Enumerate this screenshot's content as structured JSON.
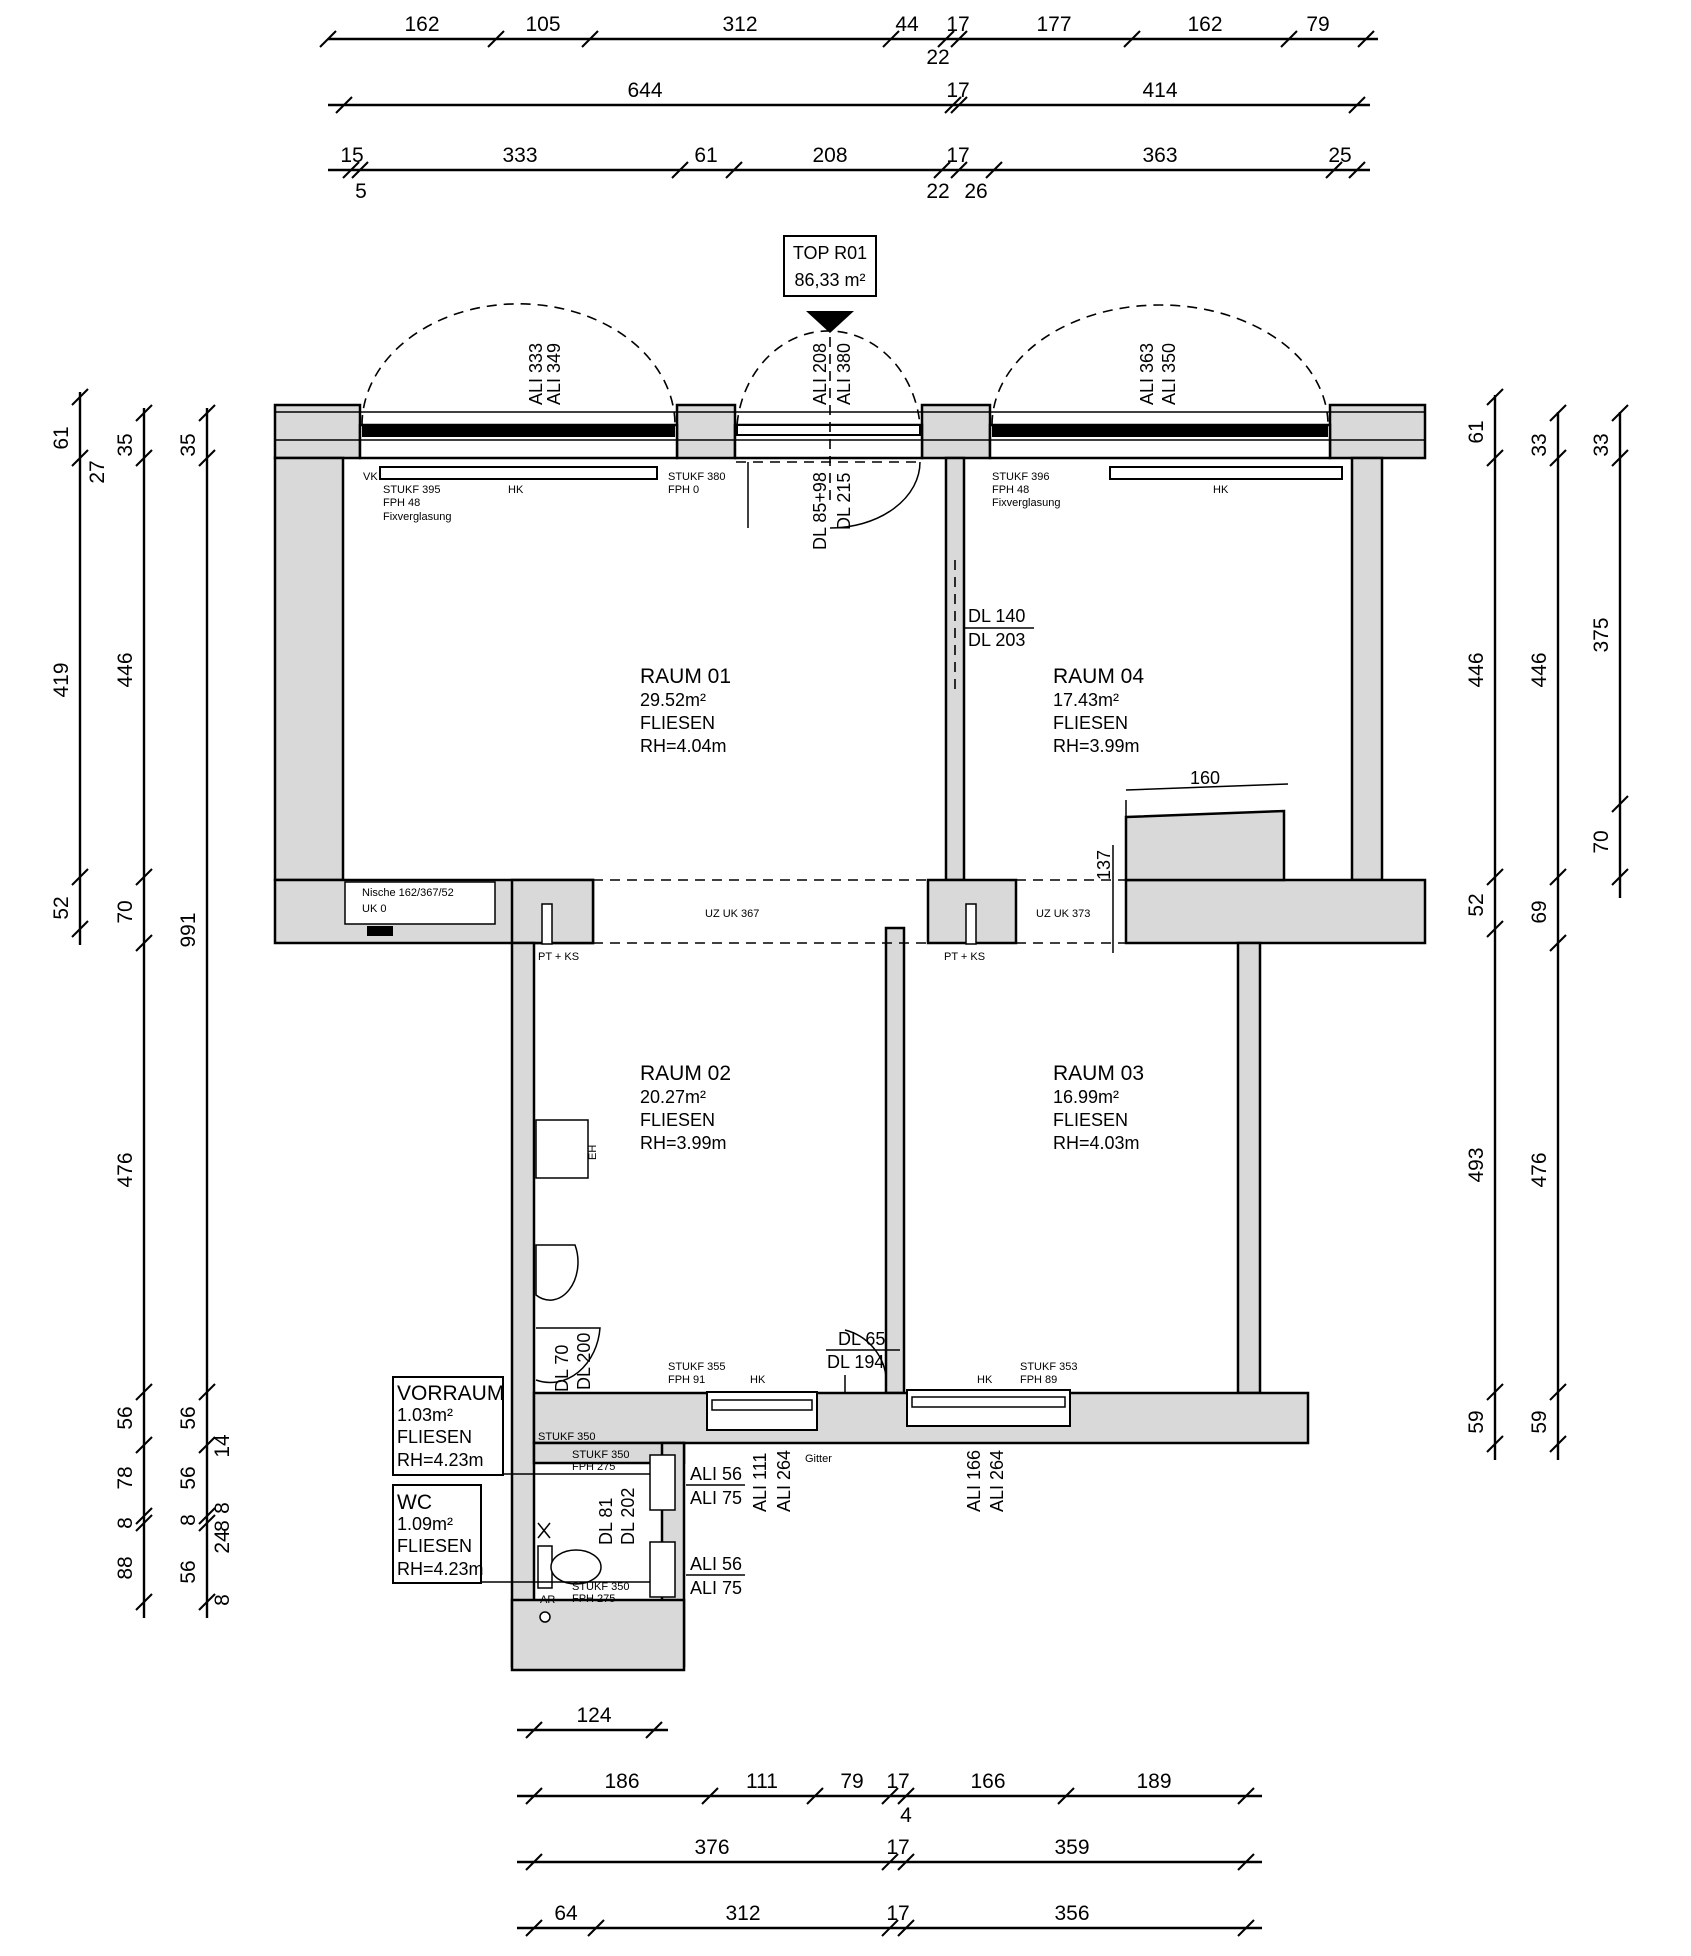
{
  "dims_top": {
    "row1": [
      "162",
      "105",
      "312",
      "44",
      "17",
      "177",
      "162",
      "79"
    ],
    "row1b": "22",
    "row2": [
      "644",
      "17",
      "414"
    ],
    "row3": [
      "15",
      "333",
      "61",
      "208",
      "17",
      "363",
      "25"
    ],
    "row3b": [
      "5",
      "22",
      "26"
    ]
  },
  "dims_bottom": {
    "seg": "124",
    "row1": [
      "186",
      "111",
      "79",
      "17",
      "166",
      "189"
    ],
    "row1b": "4",
    "row2": [
      "376",
      "17",
      "359"
    ],
    "row3": [
      "64",
      "312",
      "17",
      "356"
    ]
  },
  "dims_left": {
    "outer": [
      "61",
      "27",
      "419",
      "52"
    ],
    "mid": [
      "35",
      "446",
      "70",
      "476",
      "56",
      "78",
      "8",
      "88"
    ],
    "inner": [
      "35",
      "991",
      "56",
      "56",
      "8",
      "24",
      "8",
      "56",
      "14",
      "8",
      "8"
    ]
  },
  "dims_right": {
    "r1": [
      "61",
      "446",
      "52",
      "493",
      "59"
    ],
    "r2": [
      "33",
      "446",
      "69",
      "476",
      "59"
    ],
    "r3": [
      "33",
      "375",
      "70"
    ]
  },
  "top_label": {
    "line1": "TOP R01",
    "line2": "86,33 m²"
  },
  "rooms": [
    {
      "name": "RAUM  01",
      "area": "29.52m²",
      "floor": "FLIESEN",
      "height": "RH=4.04m"
    },
    {
      "name": "RAUM  04",
      "area": "17.43m²",
      "floor": "FLIESEN",
      "height": "RH=3.99m"
    },
    {
      "name": "RAUM  02",
      "area": "20.27m²",
      "floor": "FLIESEN",
      "height": "RH=3.99m"
    },
    {
      "name": "RAUM  03",
      "area": "16.99m²",
      "floor": "FLIESEN",
      "height": "RH=4.03m"
    },
    {
      "name": "VORRAUM",
      "area": "1.03m²",
      "floor": "FLIESEN",
      "height": "RH=4.23m"
    },
    {
      "name": "WC",
      "area": "1.09m²",
      "floor": "FLIESEN",
      "height": "RH=4.23m"
    }
  ],
  "annotations": {
    "ali_w1": [
      "ALI 333",
      "ALI 349"
    ],
    "ali_door": [
      "ALI 208",
      "ALI 380"
    ],
    "ali_w3": [
      "ALI 363",
      "ALI 350"
    ],
    "dl_door": [
      "DL 85+98",
      "DL 215"
    ],
    "stukf1": [
      "STUKF 395",
      "FPH 48",
      "Fixverglasung"
    ],
    "stukf_door": [
      "STUKF 380",
      "FPH 0"
    ],
    "stukf4": [
      "STUKF 396",
      "FPH 48",
      "Fixverglasung"
    ],
    "hk": "HK",
    "vk": "VK",
    "dl_14": [
      "DL 140",
      "DL 203"
    ],
    "dim160": "160",
    "dim137": "137",
    "nische": [
      "Nische 162/367/52",
      "UK 0"
    ],
    "uz1": "UZ UK 367",
    "uz2": "UZ UK 373",
    "ptks": "PT + KS",
    "eh": "EH",
    "dl_70": [
      "DL 70",
      "DL 200"
    ],
    "dl_65": [
      "DL 65",
      "DL 194"
    ],
    "stukf2": [
      "STUKF 355",
      "FPH 91"
    ],
    "stukf3": [
      "STUKF 353",
      "FPH 89"
    ],
    "stukf_v": "STUKF 350",
    "stukf_v2": [
      "STUKF 350",
      "FPH 275"
    ],
    "stukf_wc": [
      "STUKF 350",
      "FPH 275"
    ],
    "ali_vr": [
      "ALI 56",
      "ALI 75"
    ],
    "ali_v2": [
      "ALI 111",
      "ALI 264"
    ],
    "gitter": "Gitter",
    "ali_w5": [
      "ALI 166",
      "ALI 264"
    ],
    "dl_81": [
      "DL 81",
      "DL 202"
    ],
    "ali_wc": [
      "ALI 56",
      "ALI 75"
    ],
    "ar": "AR"
  }
}
